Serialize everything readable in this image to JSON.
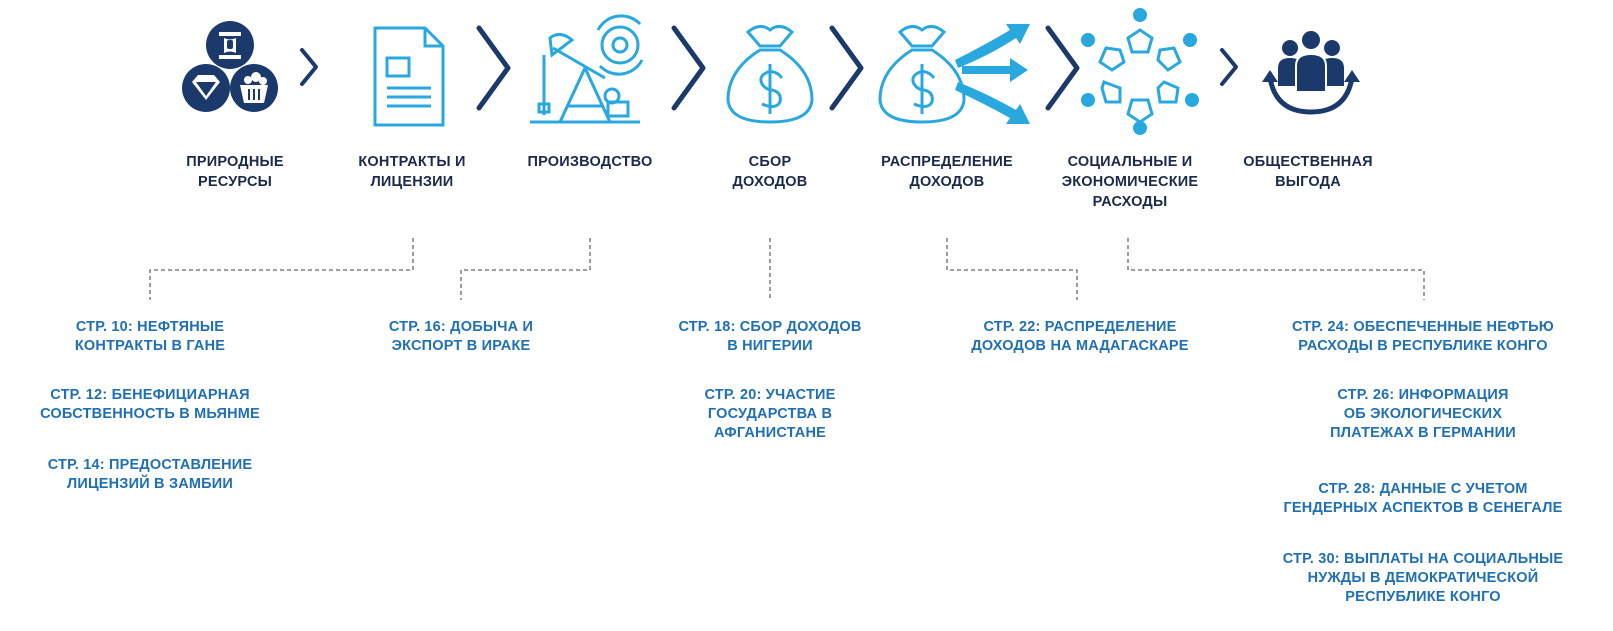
{
  "colors": {
    "navy": "#1b3a6b",
    "light_blue": "#29a8e0",
    "link_blue": "#1f6fb5",
    "dash": "#666666"
  },
  "stages": [
    {
      "label": "ПРИРОДНЫЕ\nРЕСУРСЫ",
      "icon": "natural-resources-icon"
    },
    {
      "label": "КОНТРАКТЫ И\nЛИЦЕНЗИИ",
      "icon": "contract-document-icon"
    },
    {
      "label": "ПРОИЗВОДСТВО",
      "icon": "oil-pump-icon"
    },
    {
      "label": "СБОР\nДОХОДОВ",
      "icon": "money-bag-icon"
    },
    {
      "label": "РАСПРЕДЕЛЕНИЕ\nДОХОДОВ",
      "icon": "money-bag-distribution-icon"
    },
    {
      "label": "СОЦИАЛЬНЫЕ И\nЭКОНОМИЧЕСКИЕ\nРАСХОДЫ",
      "icon": "social-network-icon"
    },
    {
      "label": "ОБЩЕСТВЕННАЯ\nВЫГОДА",
      "icon": "community-people-icon"
    }
  ],
  "references": {
    "group1": [
      "СТР. 10: НЕФТЯНЫЕ\nКОНТРАКТЫ В ГАНЕ",
      "СТР. 12: БЕНЕФИЦИАРНАЯ\nСОБСТВЕННОСТЬ В МЬЯНМЕ",
      "СТР. 14: ПРЕДОСТАВЛЕНИЕ\nЛИЦЕНЗИЙ В ЗАМБИИ"
    ],
    "group2": [
      "СТР. 16: ДОБЫЧА И\nЭКСПОРТ В ИРАКЕ"
    ],
    "group3": [
      "СТР. 18: СБОР ДОХОДОВ\nВ НИГЕРИИ",
      "СТР. 20: УЧАСТИЕ\nГОСУДАРСТВА В\nАФГАНИСТАНЕ"
    ],
    "group4": [
      "СТР. 22: РАСПРЕДЕЛЕНИЕ\nДОХОДОВ НА МАДАГАСКАРЕ"
    ],
    "group5": [
      "СТР. 24: ОБЕСПЕЧЕННЫЕ НЕФТЬЮ\nРАСХОДЫ В РЕСПУБЛИКЕ КОНГО",
      "СТР. 26: ИНФОРМАЦИЯ\nОБ ЭКОЛОГИЧЕСКИХ\nПЛАТЕЖАХ В ГЕРМАНИИ",
      "СТР. 28: ДАННЫЕ С УЧЕТОМ\nГЕНДЕРНЫХ АСПЕКТОВ В СЕНЕГАЛЕ",
      "СТР. 30: ВЫПЛАТЫ НА СОЦИАЛЬНЫЕ\nНУЖДЫ В ДЕМОКРАТИЧЕСКОЙ\nРЕСПУБЛИКЕ КОНГО"
    ]
  }
}
